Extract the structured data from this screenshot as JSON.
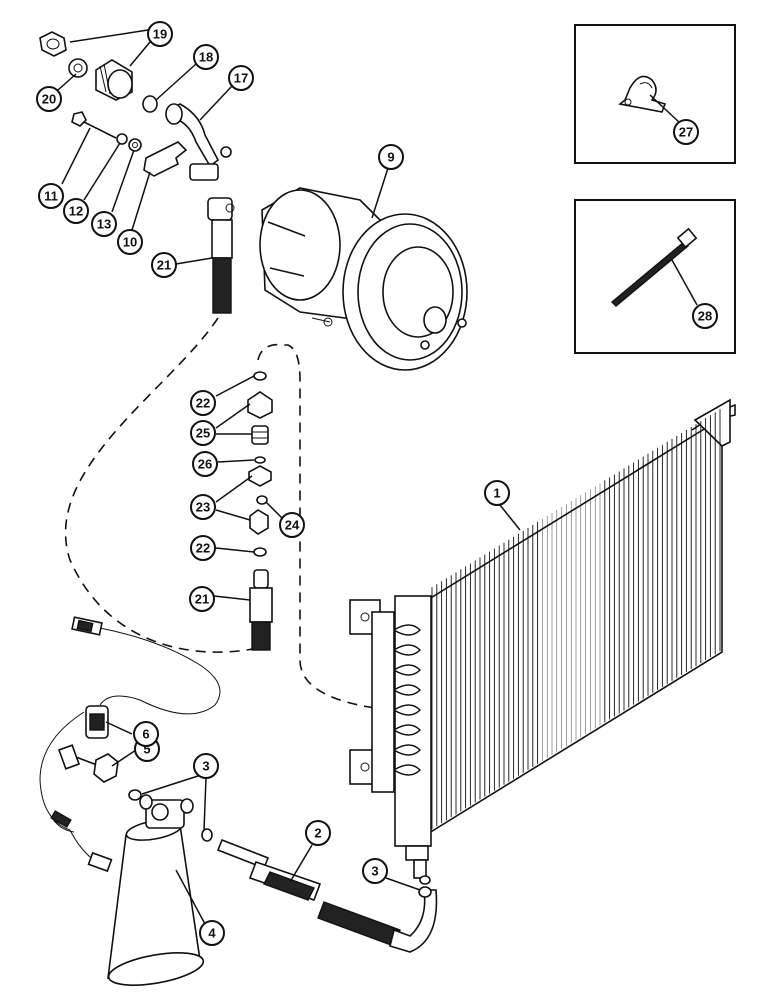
{
  "callouts": [
    {
      "id": "c1",
      "label": "1"
    },
    {
      "id": "c2",
      "label": "2"
    },
    {
      "id": "c3a",
      "label": "3"
    },
    {
      "id": "c3b",
      "label": "3"
    },
    {
      "id": "c4",
      "label": "4"
    },
    {
      "id": "c5",
      "label": "5"
    },
    {
      "id": "c6",
      "label": "6"
    },
    {
      "id": "c9",
      "label": "9"
    },
    {
      "id": "c10",
      "label": "10"
    },
    {
      "id": "c11",
      "label": "11"
    },
    {
      "id": "c12",
      "label": "12"
    },
    {
      "id": "c13",
      "label": "13"
    },
    {
      "id": "c17",
      "label": "17"
    },
    {
      "id": "c18",
      "label": "18"
    },
    {
      "id": "c19",
      "label": "19"
    },
    {
      "id": "c20",
      "label": "20"
    },
    {
      "id": "c21a",
      "label": "21"
    },
    {
      "id": "c21b",
      "label": "21"
    },
    {
      "id": "c22a",
      "label": "22"
    },
    {
      "id": "c22b",
      "label": "22"
    },
    {
      "id": "c23",
      "label": "23"
    },
    {
      "id": "c24",
      "label": "24"
    },
    {
      "id": "c25",
      "label": "25"
    },
    {
      "id": "c26",
      "label": "26"
    },
    {
      "id": "c27",
      "label": "27"
    },
    {
      "id": "c28",
      "label": "28"
    }
  ]
}
